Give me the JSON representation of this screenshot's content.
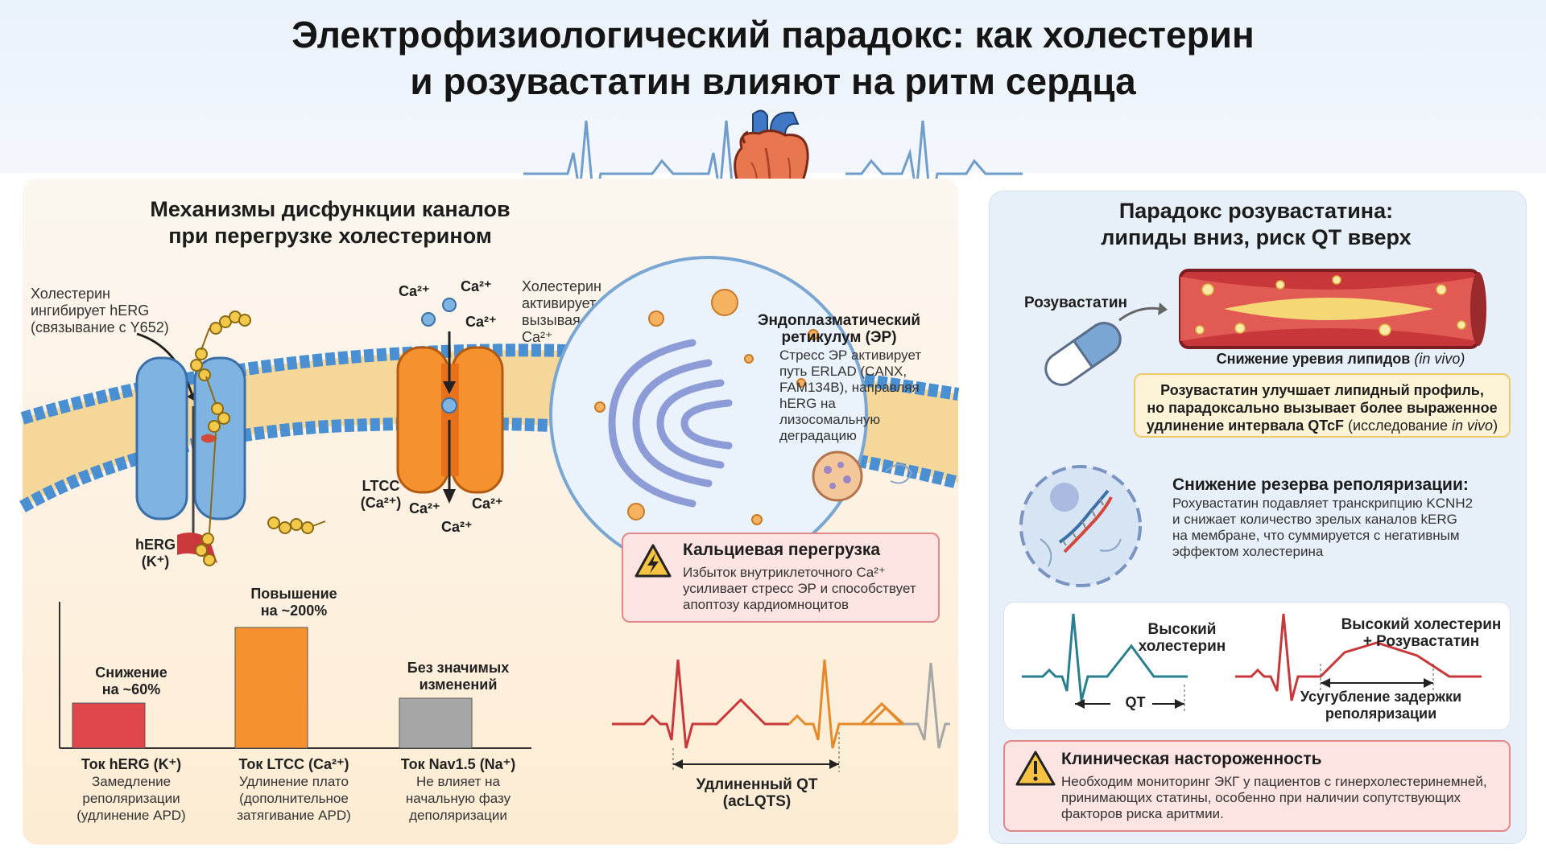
{
  "title": {
    "line1": "Электрофизиологический парадокс: как холестерин",
    "line2": "и розувастатин влияют на ритм сердца"
  },
  "left": {
    "heading_line1": "Механизмы дисфункции каналов",
    "heading_line2": "при перегрузке холестерином",
    "herg_note": [
      "Холестерин",
      "ингибирует hERG",
      "(связывание с Y652)"
    ],
    "herg_label": [
      "hERG",
      "(K⁺)"
    ],
    "ltcc_note": [
      "Холестерин",
      "активирует LTCC,",
      "вызывая избыток",
      "Ca²⁺"
    ],
    "ltcc_label": [
      "LTCC",
      "(Ca²⁺)"
    ],
    "ca_ions": [
      "Ca²⁺",
      "Ca²⁺",
      "Ca²⁺",
      "Ca²⁺",
      "Ca²⁺",
      "Ca²⁺"
    ],
    "er": {
      "title_line1": "Эндоплазматический",
      "title_line2": "ретикулум (ЭР)",
      "text": [
        "Стресс ЭР активирует",
        "путь ERLAD (CANX,",
        "FAM134B), направляя",
        "hERG на лизосомальную",
        "деградацию"
      ]
    },
    "calcium_box": {
      "title": "Кальциевая перегрузка",
      "text": [
        "Избыток внутриклеточного Ca²⁺",
        "усиливает стресс ЭР и способствует",
        "апоптозу кардиомноцитов"
      ]
    },
    "ecg_caption": [
      "Удлиненный QT",
      "(acLQTS)"
    ]
  },
  "chart_data": {
    "type": "bar",
    "categories": [
      "Ток hERG (K⁺)",
      "Ток LTCC (Ca²⁺)",
      "Ток Nav1.5 (Na⁺)"
    ],
    "values": [
      -60,
      200,
      0
    ],
    "colors": [
      "#e0474c",
      "#f5922f",
      "#a6a6a6"
    ],
    "data_labels": [
      [
        "Снижение",
        "на ~60%"
      ],
      [
        "Повышение",
        "на ~200%"
      ],
      [
        "Без значимых",
        "изменений"
      ]
    ],
    "descriptions": [
      [
        "Замедление",
        "реполяризации",
        "(удлинение APD)"
      ],
      [
        "Удлинение плато",
        "(дополнительное",
        "затягивание APD)"
      ],
      [
        "Не влияет на",
        "начальную фазу",
        "деполяризации"
      ]
    ]
  },
  "right": {
    "heading_line1": "Парадокс розувастатина:",
    "heading_line2": "липиды вниз, риск QT вверх",
    "drug_label": "Розувастатин",
    "vessel_caption_main": "Снижение уревия липидов",
    "vessel_caption_note": "(in vivo)",
    "paradox_box": {
      "line1": "Розувастатин улучшает липидный профиль,",
      "line2": "но парадоксально вызывает более выраженное",
      "line3_bold": "удлинение интервала QTcF",
      "line3_rest": "(исследование",
      "line3_italic": "in vivo",
      "line3_end": ")"
    },
    "reserve": {
      "title": "Снижение резерва реполяризации:",
      "text": [
        "Рохувастатин подавляет транскрипцию KCNH2",
        "и снижает количество зрелых каналов kERG",
        "на мембране, что суммируется с негативным",
        "эффектом холестерина"
      ]
    },
    "ecg_left_label": [
      "Высокий",
      "холестерин"
    ],
    "ecg_left_interval": "QT",
    "ecg_right_label": [
      "Высокий холестерин",
      "+ Розувастатин"
    ],
    "ecg_right_caption": [
      "Усугубление задержки",
      "реполяризации"
    ],
    "clinical": {
      "title": "Клиническая настороженность",
      "text": [
        "Необходим мониторинг ЭКГ у пациентов с гинерхолестеринемней,",
        "принимающих статины, особенно при наличии сопутствующих",
        "факторов риска аритмии."
      ]
    }
  }
}
